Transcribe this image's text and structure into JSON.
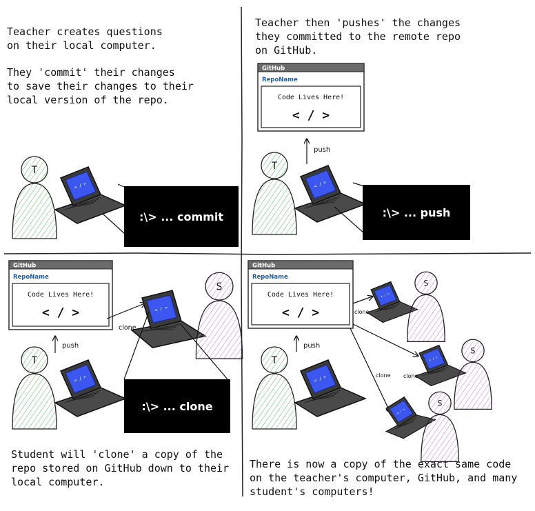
{
  "panels": {
    "p1": {
      "caption1": "Teacher creates questions\non their local computer.",
      "caption2": "They 'commit' their changes\nto save their changes to their\nlocal version of the repo.",
      "terminal": ":\\> ... commit"
    },
    "p2": {
      "caption": "Teacher then 'pushes' the changes\nthey committed to the remote repo\non GitHub.",
      "terminal": ":\\> ... push",
      "push_label": "push"
    },
    "p3": {
      "caption": "Student will 'clone' a copy of the\nrepo stored on GitHub down to their\nlocal computer.",
      "terminal": ":\\> ... clone",
      "push_label": "push",
      "clone_label": "clone"
    },
    "p4": {
      "caption": "There is now a copy of the exact same code\non the teacher's computer, GitHub, and many\nstudent's computers!",
      "push_label": "push",
      "clone_labels": [
        "clone",
        "clone",
        "clone"
      ]
    }
  },
  "github_window": {
    "title": "GitHub",
    "repo": "RepoName",
    "body": "Code Lives Here!",
    "symbol": "< / >"
  },
  "people": {
    "teacher_initial": "T",
    "student_initial": "S"
  },
  "screen_glyph": "< / >",
  "colors": {
    "teacher": "#8fd18f",
    "student": "#d9a6e6",
    "screen": "#3b57f0",
    "terminal_bg": "#000000",
    "terminal_text": "#ffffff",
    "window_title_bg": "#6b6b6b",
    "repo_link": "#1a5fb4"
  }
}
